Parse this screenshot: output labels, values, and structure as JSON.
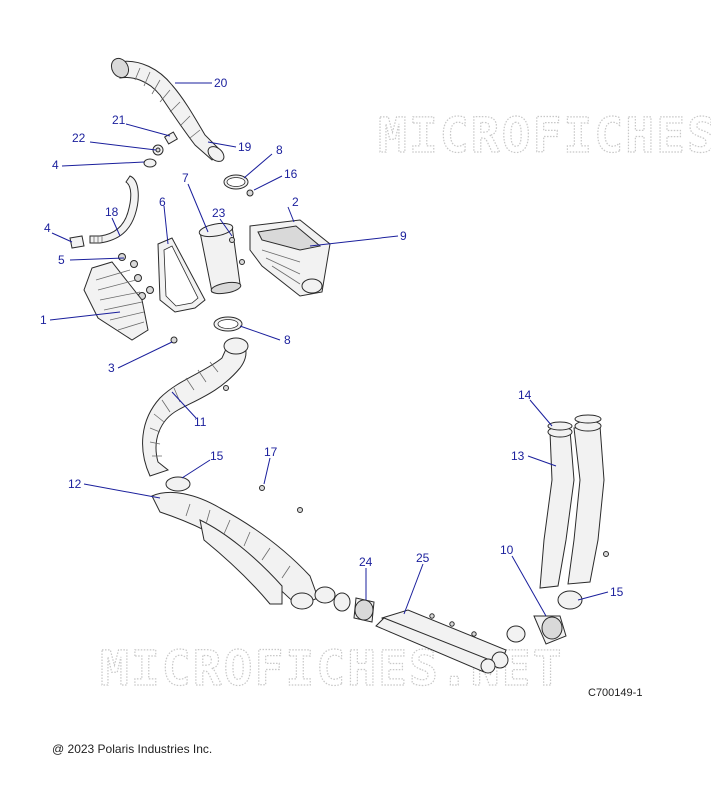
{
  "watermark": "MICROFICHES.NET",
  "drawing_id": "C700149-1",
  "copyright": "@ 2023 Polaris Industries Inc.",
  "callouts": [
    "20",
    "21",
    "22",
    "19",
    "8",
    "4",
    "16",
    "18",
    "7",
    "23",
    "2",
    "4",
    "6",
    "9",
    "5",
    "1",
    "8",
    "3",
    "11",
    "14",
    "17",
    "15",
    "13",
    "12",
    "10",
    "25",
    "24",
    "15"
  ],
  "colors": {
    "callout": "#1a1f9c",
    "line": "#2b2b2b",
    "watermark": "#c8c8c8"
  }
}
